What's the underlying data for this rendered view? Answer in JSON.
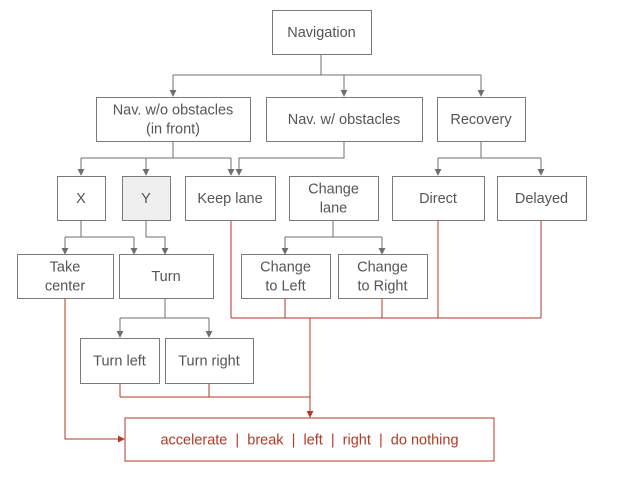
{
  "nodes": {
    "navigation": {
      "lines": [
        "Navigation"
      ]
    },
    "nav_no_obstacles": {
      "lines": [
        "Nav. w/o obstacles",
        "(in front)"
      ]
    },
    "nav_obstacles": {
      "lines": [
        "Nav. w/ obstacles"
      ]
    },
    "recovery": {
      "lines": [
        "Recovery"
      ]
    },
    "x": {
      "lines": [
        "X"
      ]
    },
    "y": {
      "lines": [
        "Y"
      ]
    },
    "keep_lane": {
      "lines": [
        "Keep lane"
      ]
    },
    "change_lane": {
      "lines": [
        "Change",
        "lane"
      ]
    },
    "direct": {
      "lines": [
        "Direct"
      ]
    },
    "delayed": {
      "lines": [
        "Delayed"
      ]
    },
    "take_center": {
      "lines": [
        "Take",
        "center"
      ]
    },
    "turn": {
      "lines": [
        "Turn"
      ]
    },
    "change_left": {
      "lines": [
        "Change",
        "to Left"
      ]
    },
    "change_right": {
      "lines": [
        "Change",
        "to Right"
      ]
    },
    "turn_left": {
      "lines": [
        "Turn left"
      ]
    },
    "turn_right": {
      "lines": [
        "Turn right"
      ]
    }
  },
  "actions": {
    "items": [
      "accelerate",
      "break",
      "left",
      "right",
      "do nothing"
    ],
    "separator": "|"
  },
  "colors": {
    "hierarchy_line": "#6f6f6f",
    "action_line": "#b13a26",
    "node_text": "#555555",
    "shaded_node": "#efefef"
  }
}
